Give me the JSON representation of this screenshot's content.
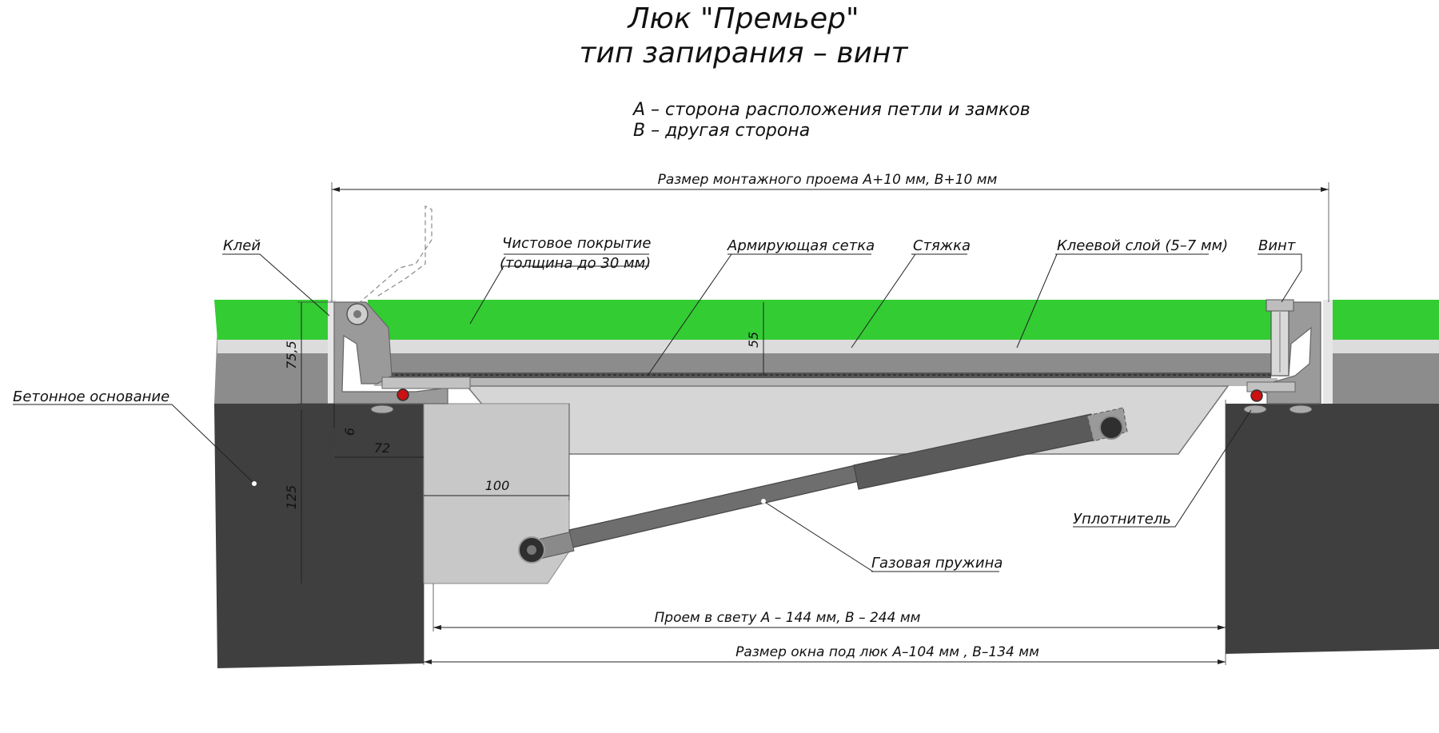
{
  "title": {
    "line1": "Люк \"Премьер\"",
    "line2": "тип запирания – винт"
  },
  "legend": {
    "line_a": "А – сторона расположения петли и замков",
    "line_b": "В – другая сторона"
  },
  "labels": {
    "glue": "Клей",
    "finish": "Чистовое покрытие",
    "finish_thickness": "(толщина до 30 мм)",
    "mesh": "Армирующая сетка",
    "screed": "Стяжка",
    "adhesive_layer": "Клеевой слой (5–7 мм)",
    "screw": "Винт",
    "concrete": "Бетонное основание",
    "seal": "Уплотнитель",
    "gas_spring": "Газовая пружина"
  },
  "dimensions": {
    "mounting_opening": "Размер монтажного проема А+10 мм, В+10 мм",
    "clear_opening": "Проем в свету А – 144 мм, В – 244 мм",
    "window_size": "Размер окна под люк А–104 мм , В–134 мм",
    "d75": "75,5",
    "d55": "55",
    "d125": "125",
    "d6": "6",
    "d72": "72",
    "d100": "100"
  },
  "colors": {
    "finish_green": "#33cc33",
    "concrete": "#3f3f3f",
    "screed_gray": "#8a8a8a",
    "light_gray": "#d9d9d9",
    "lid_gray": "#d4d4d4",
    "seal_red": "#cc1111"
  }
}
